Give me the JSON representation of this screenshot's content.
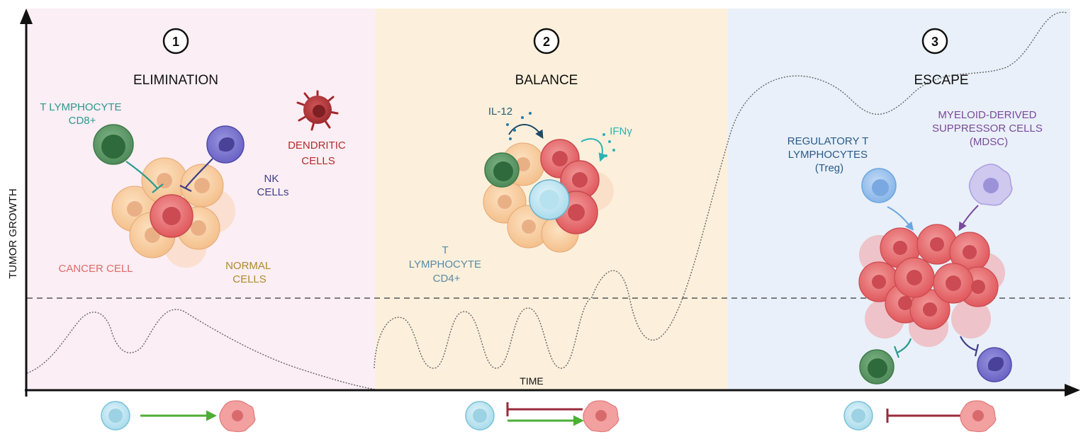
{
  "axes": {
    "y_label": "TUMOR GROWTH",
    "x_label": "TIME"
  },
  "phases": [
    {
      "number": "1",
      "title": "ELIMINATION",
      "background": "#fbeef4",
      "labels": {
        "t_cd8": [
          "T LYMPHOCYTE",
          "CD8+"
        ],
        "nk": [
          "NK",
          "CELLs"
        ],
        "dendritic": [
          "DENDRITIC",
          "CELLS"
        ],
        "cancer": "CANCER CELL",
        "normal": [
          "NORMAL",
          "CELLS"
        ]
      }
    },
    {
      "number": "2",
      "title": "BALANCE",
      "background": "#fcf0dc",
      "labels": {
        "il12": "IL-12",
        "ifn": "IFNγ",
        "t_cd4": [
          "T",
          "LYMPHOCYTE",
          "CD4+"
        ]
      }
    },
    {
      "number": "3",
      "title": "ESCAPE",
      "background": "#e9f0f9",
      "labels": {
        "treg": [
          "REGULATORY T",
          "LYMPHOCYTES",
          "(Treg)"
        ],
        "mdsc": [
          "MYELOID-DERIVED",
          "SUPPRESSOR CELLS",
          "(MDSC)"
        ]
      }
    }
  ],
  "colors": {
    "cd8_label": "#2a9a8e",
    "nk_label": "#3f4088",
    "dendritic_label": "#b32d2d",
    "cancer_label": "#e06a6a",
    "normal_label": "#b08a2a",
    "il12_label": "#1e5f7a",
    "ifn_label": "#2bb3b3",
    "cd4_label": "#5a8aa3",
    "treg_label": "#2a5a88",
    "mdsc_label": "#7a4a9a",
    "activate_arrow": "#4caf36",
    "inhibit_arrow": "#9a2a3a"
  },
  "icons": [
    "t-cell-icon",
    "tumor-cell-icon",
    "activation-arrow-icon",
    "inhibition-arrow-icon"
  ]
}
